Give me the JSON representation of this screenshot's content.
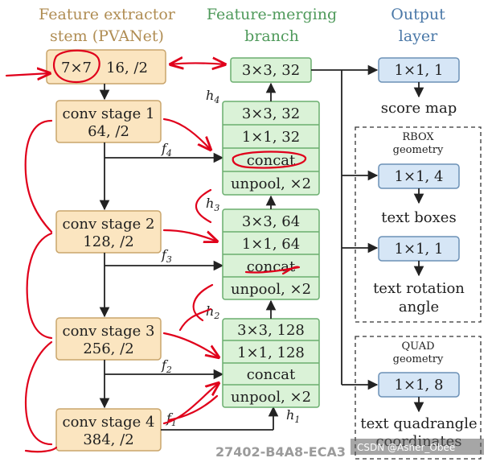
{
  "columns": {
    "stem_title_line1": "Feature extractor",
    "stem_title_line2": "stem (PVANet)",
    "merge_title_line1": "Feature-merging",
    "merge_title_line2": "branch",
    "output_title_line1": "Output",
    "output_title_line2": "layer"
  },
  "stem": {
    "input_kernel": "7×7",
    "input_params": "16, /2",
    "stages": [
      {
        "line1": "conv stage 1",
        "line2": "64, /2"
      },
      {
        "line1": "conv stage 2",
        "line2": "128, /2"
      },
      {
        "line1": "conv stage 3",
        "line2": "256, /2"
      },
      {
        "line1": "conv stage 4",
        "line2": "384, /2"
      }
    ]
  },
  "features": {
    "f1": "f",
    "f1_sub": "1",
    "f2": "f",
    "f2_sub": "2",
    "f3": "f",
    "f3_sub": "3",
    "f4": "f",
    "f4_sub": "4"
  },
  "hidden": {
    "h1": "h",
    "h1_sub": "1",
    "h2": "h",
    "h2_sub": "2",
    "h3": "h",
    "h3_sub": "3",
    "h4": "h",
    "h4_sub": "4"
  },
  "merge": {
    "top": "3×3, 32",
    "block4": [
      "3×3, 32",
      "1×1, 32",
      "concat",
      "unpool, ×2"
    ],
    "block3": [
      "3×3, 64",
      "1×1, 64",
      "concat",
      "unpool, ×2"
    ],
    "block2": [
      "3×3, 128",
      "1×1, 128",
      "concat",
      "unpool, ×2"
    ]
  },
  "output": {
    "score_conv": "1×1, 1",
    "score_label": "score map",
    "rbox_title_line1": "RBOX",
    "rbox_title_line2": "geometry",
    "rbox_boxes_conv": "1×1, 4",
    "rbox_boxes_label": "text boxes",
    "rbox_angle_conv": "1×1, 1",
    "rbox_angle_label_line1": "text rotation",
    "rbox_angle_label_line2": "angle",
    "quad_title_line1": "QUAD",
    "quad_title_line2": "geometry",
    "quad_conv": "1×1, 8",
    "quad_label_line1": "text quadrangle",
    "quad_label_line2": "coordinates"
  },
  "watermark": "27402-B4A8-ECA3",
  "csdn_overlay": "CSDN @Asher_Obee",
  "colors": {
    "stem_fill": "#fbe5c0",
    "stem_stroke": "#c9a56c",
    "merge_fill": "#daf2d7",
    "merge_stroke": "#6aae6f",
    "output_fill": "#d6e6f6",
    "output_stroke": "#6c91b6",
    "annotation": "#e0001b"
  }
}
